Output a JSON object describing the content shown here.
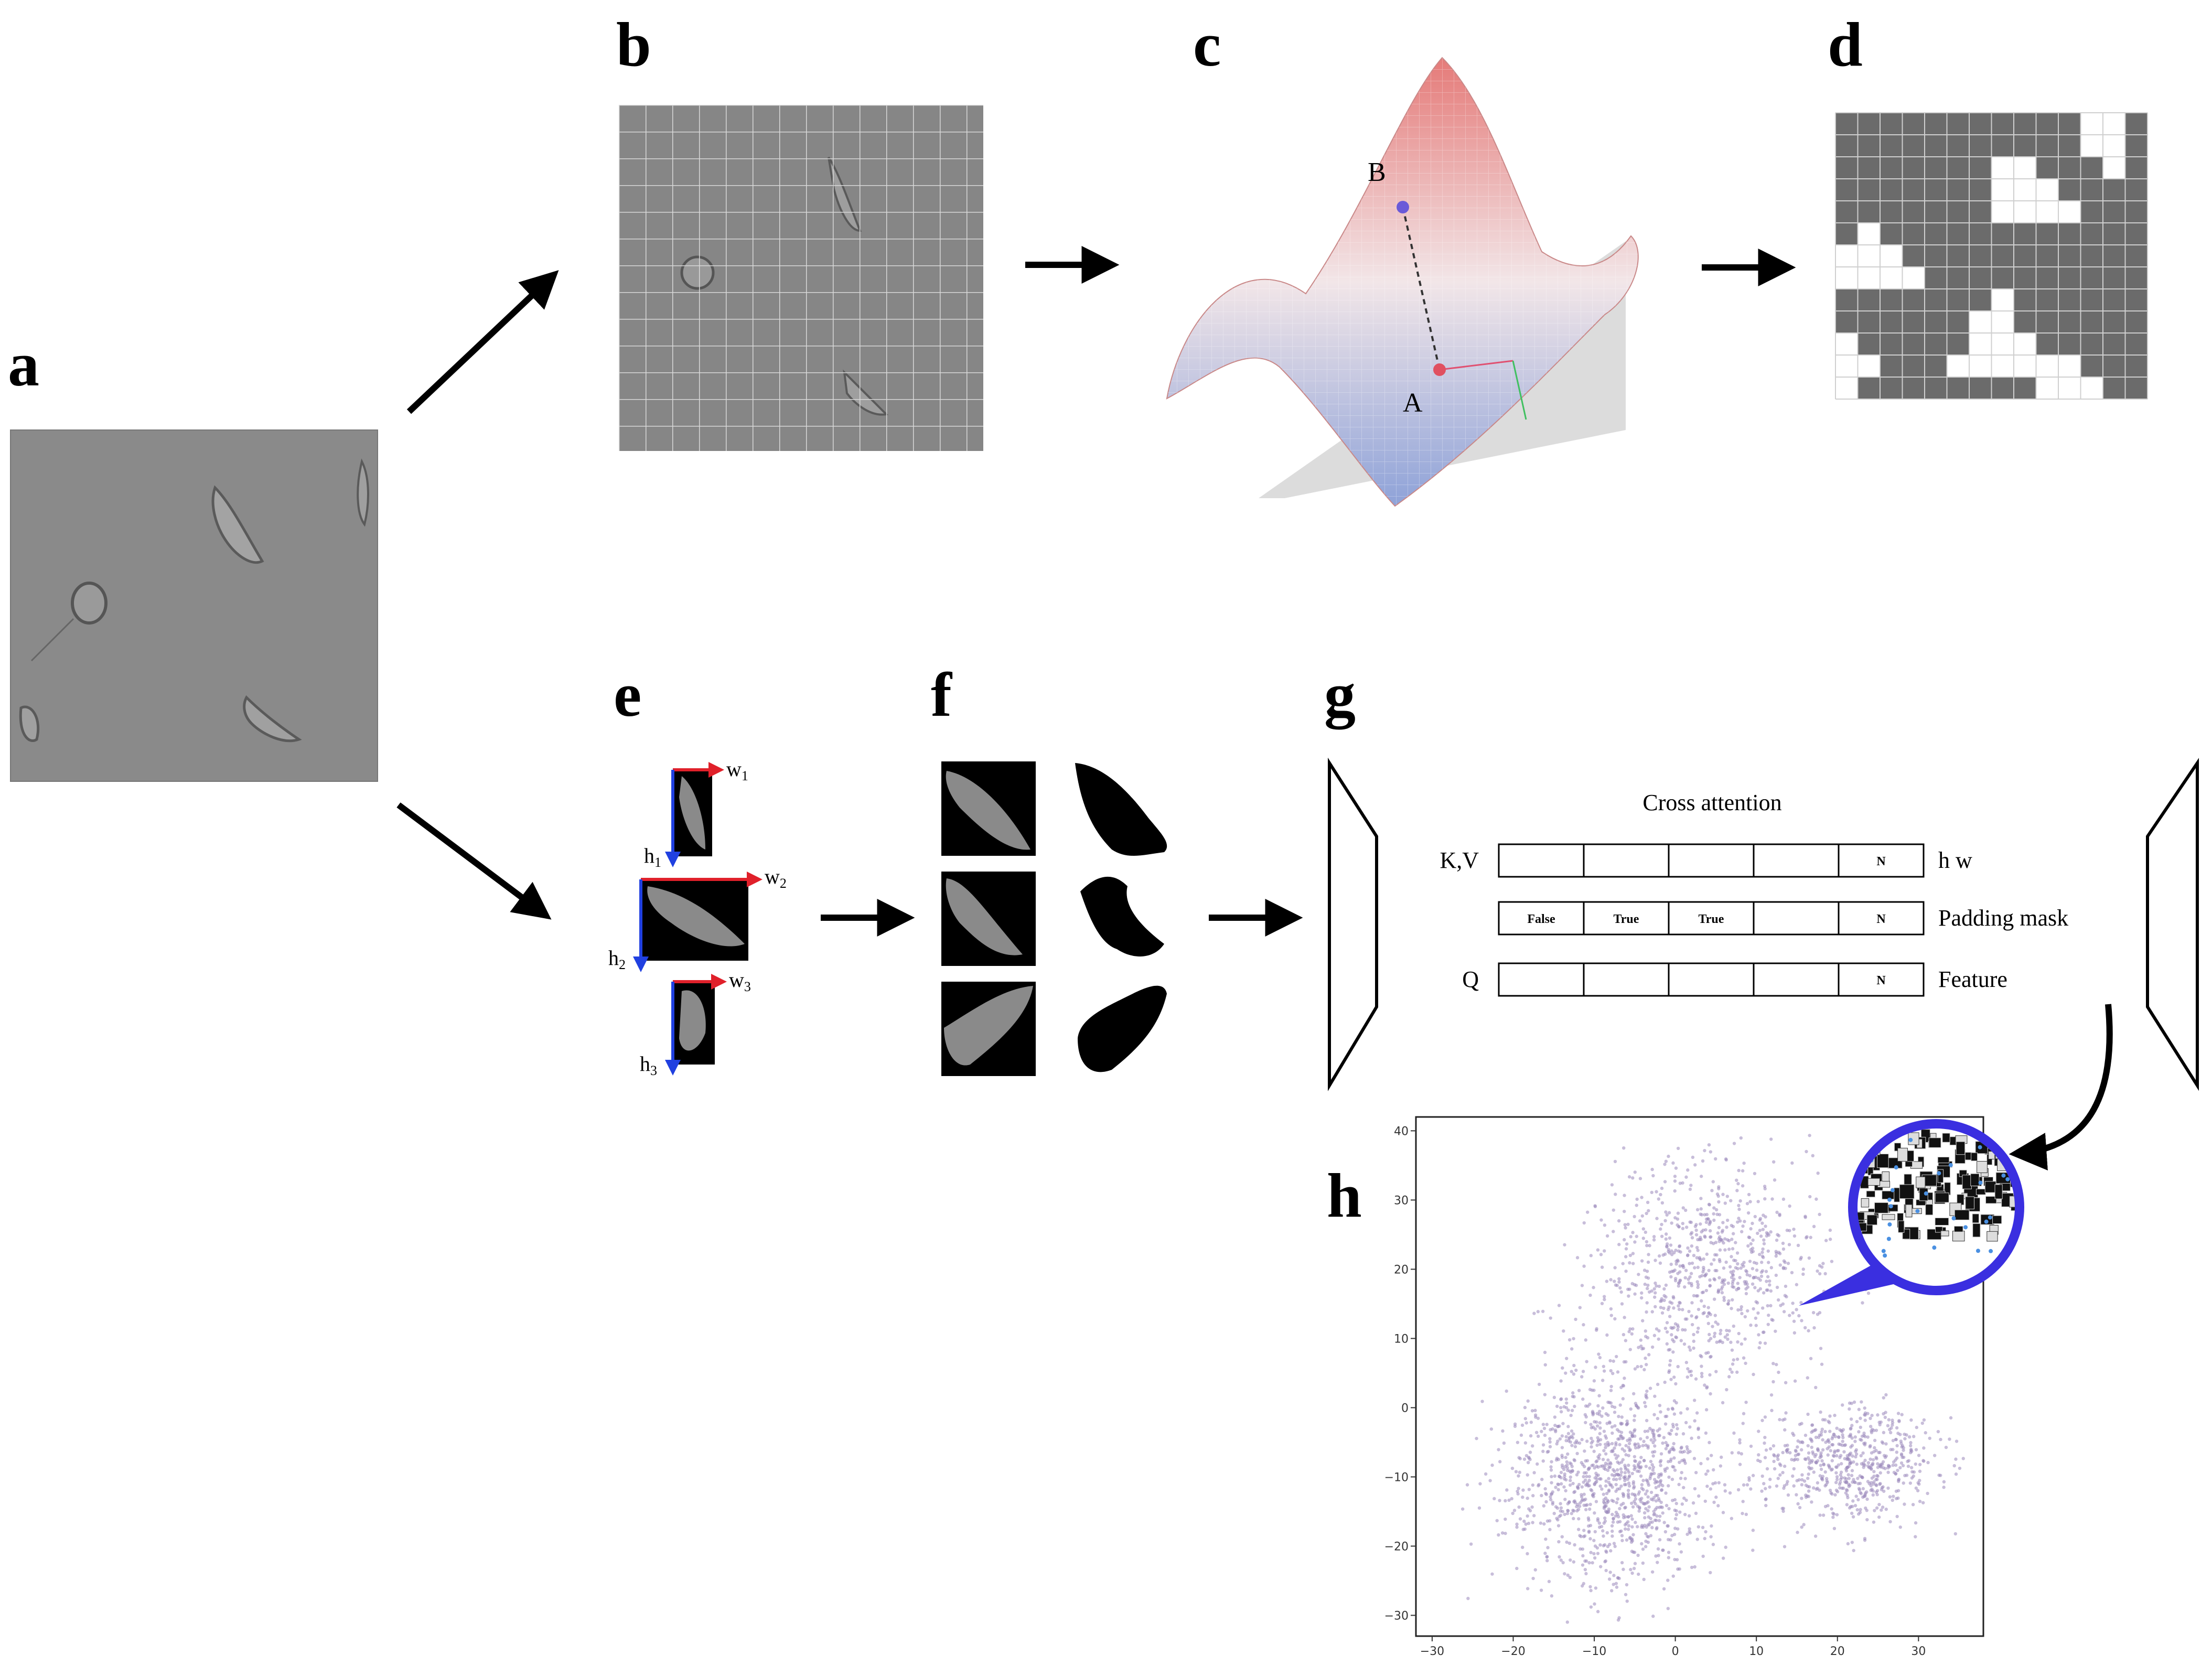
{
  "panels": {
    "a": "a",
    "b": "b",
    "c": "c",
    "d": "d",
    "e": "e",
    "f": "f",
    "g": "g",
    "h": "h"
  },
  "surface_points": {
    "top": "B",
    "bottom": "A"
  },
  "crop_dims": {
    "w1": "w",
    "w1_sub": "1",
    "h1": "h",
    "h1_sub": "1",
    "w2": "w",
    "w2_sub": "2",
    "h2": "h",
    "h2_sub": "2",
    "w3": "w",
    "w3_sub": "3",
    "h3": "h",
    "h3_sub": "3"
  },
  "attention": {
    "title": "Cross attention",
    "rows": [
      {
        "left": "K,V",
        "right": "h w",
        "cells": [
          "",
          "",
          "",
          "",
          "N"
        ]
      },
      {
        "left": "",
        "right": "Padding mask",
        "cells": [
          "False",
          "True",
          "True",
          "",
          "N"
        ]
      },
      {
        "left": "Q",
        "right": "Feature",
        "cells": [
          "",
          "",
          "",
          "",
          "N"
        ]
      }
    ]
  },
  "colors": {
    "arrow": "#000000",
    "mask_grey": "#6b6b6b",
    "microscopy_grey": "#8a8a8a",
    "scatter_point": "#9a88bb",
    "bubble": "#3a2fe0",
    "surface_top": "#e57a78",
    "surface_bottom": "#8ea2d8",
    "crop_width_arrow": "#e0202a",
    "crop_height_arrow": "#2040e0"
  },
  "chart_data": {
    "type": "scatter",
    "xlim": [
      -32,
      38
    ],
    "ylim": [
      -33,
      42
    ],
    "xticks": [
      -30,
      -20,
      -10,
      0,
      10,
      20,
      30
    ],
    "yticks": [
      -30,
      -20,
      -10,
      0,
      10,
      20,
      30,
      40
    ],
    "n_points": 2600,
    "seed": 7
  }
}
